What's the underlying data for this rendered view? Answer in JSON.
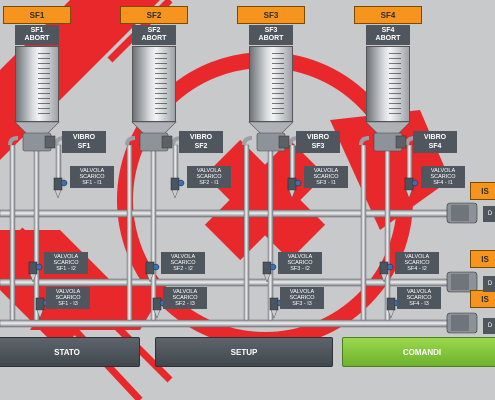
{
  "silos": [
    {
      "tag": "SF1",
      "abort": "SF1\nABORT",
      "vibro": "VIBRO\nSF1",
      "valves": [
        "VALVOLA\nSCARICO\nSF1 - I1",
        "VALVOLA\nSCARICO\nSF1 - I2",
        "VALVOLA\nSCARICO\nSF1 - I3"
      ]
    },
    {
      "tag": "SF2",
      "abort": "SF2\nABORT",
      "vibro": "VIBRO\nSF2",
      "valves": [
        "VALVOLA\nSCARICO\nSF2 - I1",
        "VALVOLA\nSCARICO\nSF2 - I2",
        "VALVOLA\nSCARICO\nSF2 - I3"
      ]
    },
    {
      "tag": "SF3",
      "abort": "SF3\nABORT",
      "vibro": "VIBRO\nSF3",
      "valves": [
        "VALVOLA\nSCARICO\nSF3 - I1",
        "VALVOLA\nSCARICO\nSF3 - I2",
        "VALVOLA\nSCARICO\nSF3 - I3"
      ]
    },
    {
      "tag": "SF4",
      "abort": "SF4\nABORT",
      "vibro": "VIBRO\nSF4",
      "valves": [
        "VALVOLA\nSCARICO\nSF4 - I1",
        "VALVOLA\nSCARICO\nSF4 - I2",
        "VALVOLA\nSCARICO\nSF4 - I3"
      ]
    }
  ],
  "right_tags": [
    "IS",
    "IS",
    "IS"
  ],
  "right_labels": [
    "D",
    "D",
    "D"
  ],
  "buttons": {
    "stato": "STATO",
    "setup": "SETUP",
    "comandi": "COMANDI"
  },
  "colors": {
    "accent_orange": "#f7941d",
    "active_green": "#7cc23a",
    "panel_dark": "#4f565e",
    "logo_red": "#e8282b"
  },
  "icons": {
    "background_logo": "red-swastika-like-logo",
    "motor": "motor-icon",
    "valve": "valve-icon"
  }
}
